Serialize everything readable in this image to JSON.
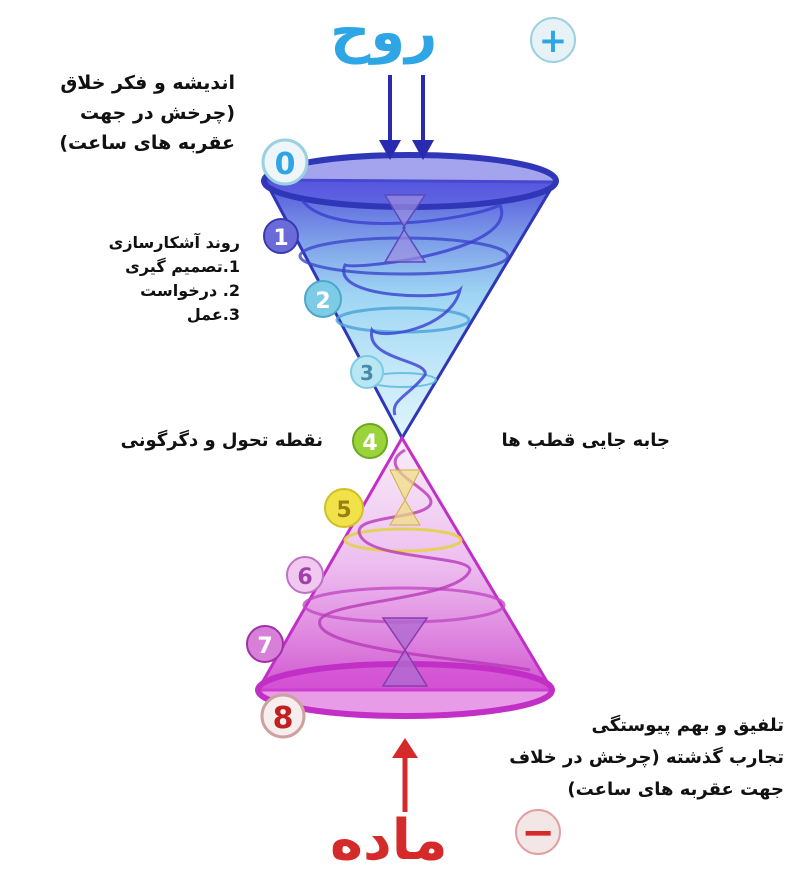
{
  "top_title": "روح",
  "bottom_title": "ماده",
  "plus_sign": "+",
  "minus_sign": "−",
  "labels": {
    "creative_thought": "اندیشه و فکر خلاق\n(چرخش در جهت\nعقربه های ساعت)",
    "manifestation_process": "روند آشکارسازی",
    "step_decision": "1.تصمیم گیری",
    "step_request": "2. درخواست",
    "step_action": "3.عمل",
    "transformation_point": "نقطه تحول و دگرگونی",
    "pole_shift": "جابه جایی قطب ها",
    "integration": "تلفیق و بهم پیوستگی\nتجارب گذشته (چرخش در خلاف\nجهت عقربه های ساعت)"
  },
  "stages": [
    "0",
    "1",
    "2",
    "3",
    "4",
    "5",
    "6",
    "7",
    "8"
  ],
  "colors": {
    "spirit_blue": "#2ea6e6",
    "cone_top": "#3a3fd0",
    "cone_top_light": "#8fd6f0",
    "cone_bottom": "#d838d8",
    "matter_red": "#d42a2a",
    "arrow_blue": "#2a2ab0",
    "stage4_green": "#9bd43a",
    "stage5_yellow": "#f2e24a"
  }
}
